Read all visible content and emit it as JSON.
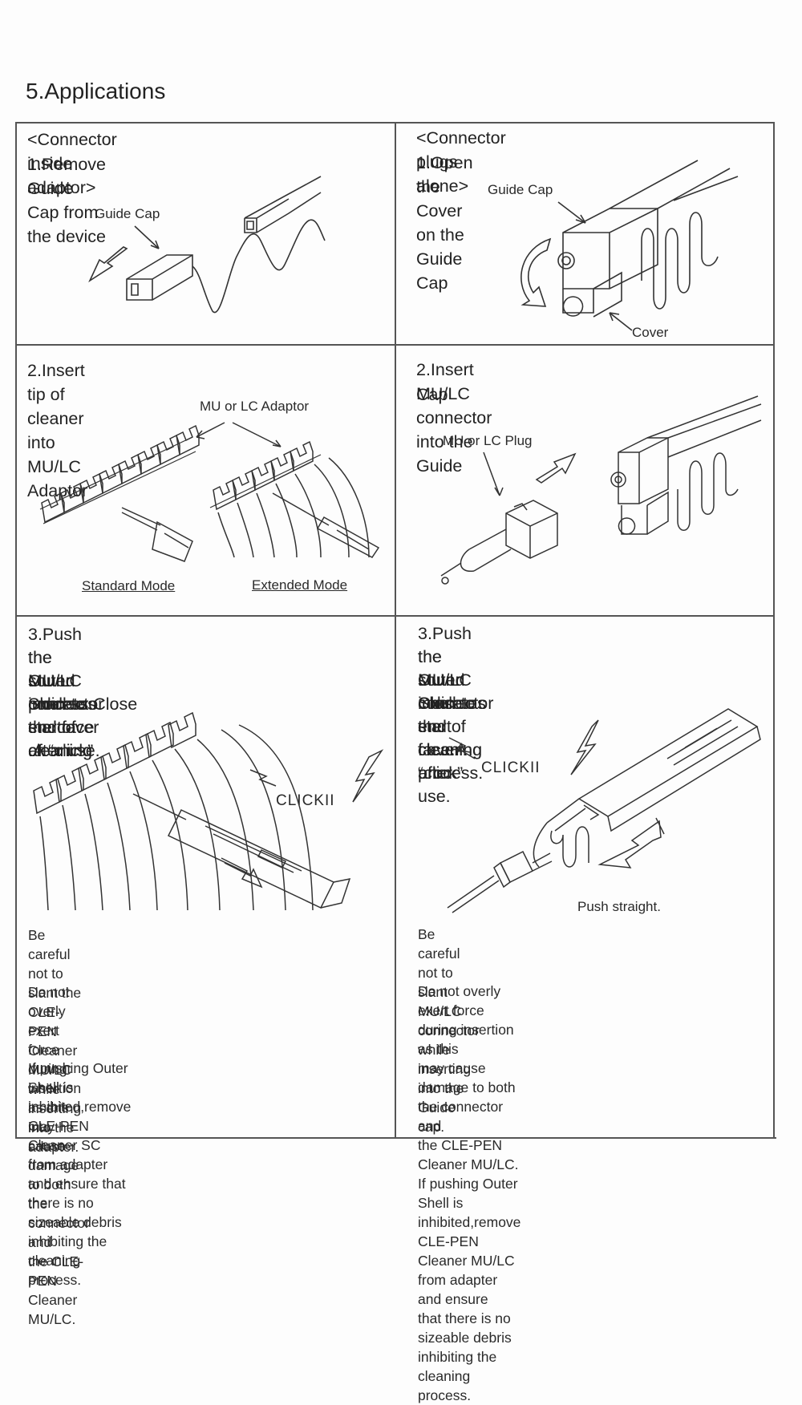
{
  "section_title": "5.Applications",
  "left": {
    "header": "<Connector inside adaptor>",
    "step1": {
      "title": "1.Remove Guide Cap from the device",
      "label_guide_cap": "Guide Cap"
    },
    "step2": {
      "title": "2.Insert tip of cleaner into MU/LC Adaptor",
      "label_adaptor": "MU or LC Adaptor",
      "mode_standard": "Standard Mode",
      "mode_extended": "Extended Mode"
    },
    "step3": {
      "lines": [
        "3.Push the Outer Shell to start cleaning",
        "the MU/LC connector end face .A “click”",
        "sound indicates end of cleaning",
        "process.Close the cover after use."
      ],
      "click_label": "CLICKII",
      "note1": "Be careful not to slant the CLE-PEN Cleaner\nMU/LC while inserting into the adapter.",
      "note2": "Do not overly exert force during insertion as this\nmay cause damage to both the connector and\nthe CLE-PEN  Cleaner MU/LC.",
      "note3": "If pushing Outer Shell is inhibited,remove CLE-PEN\n Cleaner SC from adapter and ensure that\nthere is no sizeable debris inhibiting the\ncleaning process."
    }
  },
  "right": {
    "header": "<Connector plugs alone>",
    "step1": {
      "title": "1.Open the Cover on the Guide Cap",
      "label_guide_cap": "Guide Cap",
      "label_cover": "Cover"
    },
    "step2": {
      "lines": [
        "2.Insert MU/LC connector into the Guide",
        "Cap"
      ],
      "label_plug": "MU or LC Plug"
    },
    "step3": {
      "lines": [
        "3.Push the Outer Shell to start cleaning",
        "the MU/LC connector end face.A “click”",
        "sound indicates end of cleaning process.",
        "Close the cover after use."
      ],
      "click_label": "CLICKII",
      "push_label": "Push straight.",
      "note1": "Be careful not to slant MU/LC connector while\ninserting into the Guide cap.",
      "note2": "Do not overly exert force during insertion as this\nmay cause damage to both the connector and\nthe CLE-PEN  Cleaner MU/LC.\nIf pushing Outer Shell is inhibited,remove CLE-PEN\n Cleaner MU/LC from adapter and ensure\nthat there is no sizeable debris inhibiting the\ncleaning process."
    }
  }
}
